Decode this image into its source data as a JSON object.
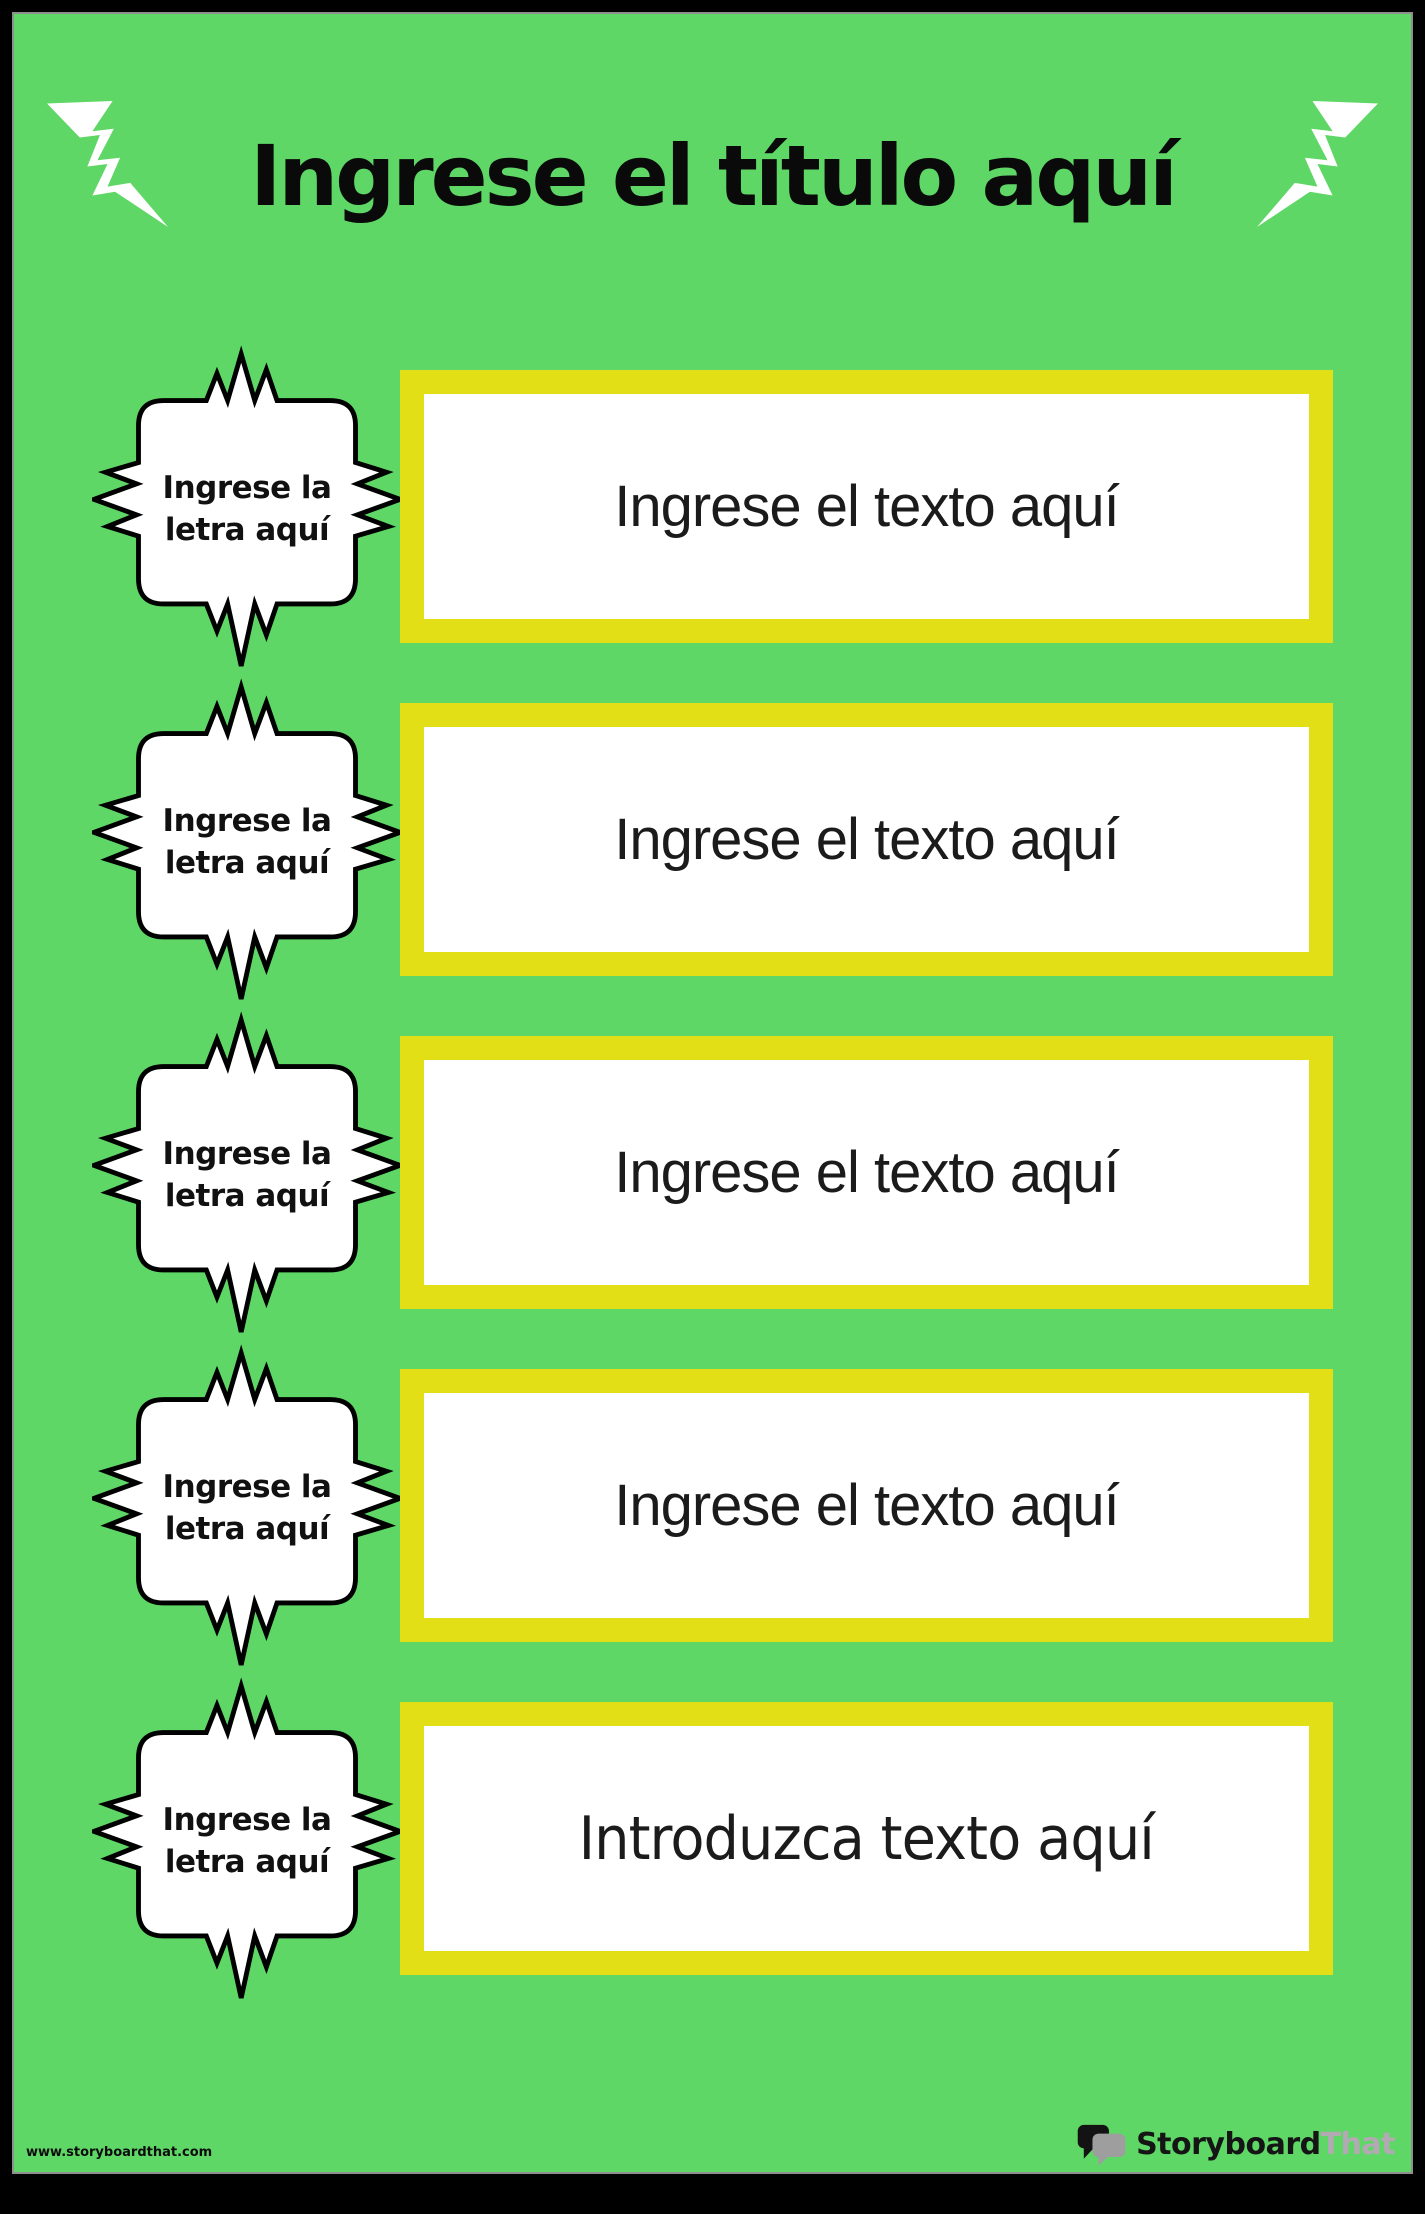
{
  "poster": {
    "title": "Ingrese el título aquí",
    "rows": [
      {
        "letter_label": "Ingrese la letra aquí",
        "text_label": "Ingrese el texto aquí"
      },
      {
        "letter_label": "Ingrese la letra aquí",
        "text_label": "Ingrese el texto aquí"
      },
      {
        "letter_label": "Ingrese la letra aquí",
        "text_label": "Ingrese el texto aquí"
      },
      {
        "letter_label": "Ingrese la letra aquí",
        "text_label": "Ingrese el texto aquí"
      },
      {
        "letter_label": "Ingrese la letra aquí",
        "text_label": "Introduzca texto aquí"
      }
    ],
    "footer": {
      "website_url": "www.storyboardthat.com",
      "logo_text_primary": "Storyboard",
      "logo_text_secondary": "That"
    },
    "icons": {
      "title_left": "lightning-bolt-icon",
      "title_right": "lightning-bolt-icon",
      "letter_box": "shock-speech-bubble",
      "brand": "speech-bubbles-logo-icon"
    },
    "colors": {
      "background_green": "#5fd766",
      "frame_black": "#000000",
      "box_border_yellow": "#e2df17",
      "box_fill_white": "#ffffff",
      "text_black": "#1b1b1b",
      "logo_bubble_gray": "#9e9e9e",
      "logo_that_gray": "#b3a9b3"
    }
  }
}
